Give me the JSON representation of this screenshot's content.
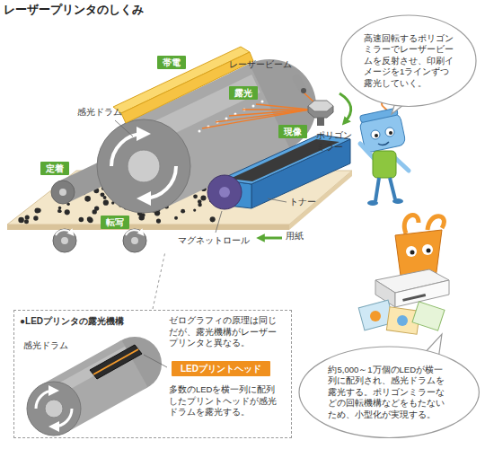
{
  "diagram": {
    "title": "レーザープリンタのしくみ",
    "nodes": [
      {
        "text": [
          "帯電"
        ]
      },
      {
        "text": [
          "露光"
        ]
      },
      {
        "text": [
          "現像"
        ]
      },
      {
        "text": [
          "定着"
        ]
      },
      {
        "text": [
          "転写"
        ]
      },
      {
        "text": [
          "高速回転するポリゴンミラーでレーザービームを反射させ、印刷イメージを1ラインずつ露光していく。"
        ]
      },
      {
        "text": [
          "●LEDプリンタの露光機構",
          "感光ドラム",
          "ゼログラフィの原理は同じだが、露光機構がレーザープリンタと異なる。",
          "多数のLEDを横一列に配列したプリントヘッドが感光ドラムを露光する。"
        ]
      },
      {
        "text": [
          "LEDプリントヘッド"
        ],
        "in": 6
      },
      {
        "text": [
          "約5,000～1万個のLEDが横一列に配列され、感光ドラムを露光する。ポリゴンミラーなどの回転機構などをもたないため、小型化が実現する。"
        ]
      }
    ],
    "labels": [
      "感光ドラム",
      "レーザービーム",
      "ポリゴンミラー",
      "トナー",
      "マグネットロール",
      "用紙"
    ]
  }
}
